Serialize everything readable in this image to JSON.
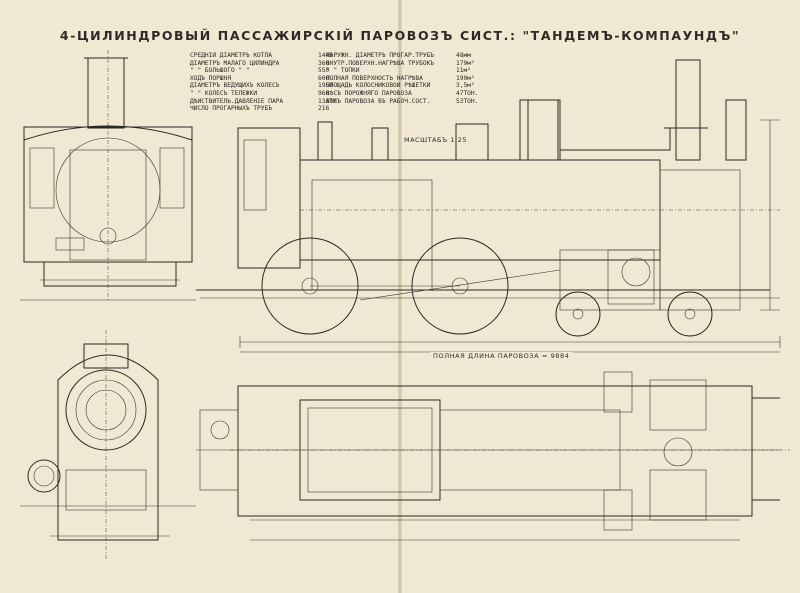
{
  "title": "4-ЦИЛИНДРОВЫЙ ПАССАЖИРСКІЙ ПАРОВОЗЪ СИСТ.: \"ТАНДЕМЪ-КОМПАУНДЪ\"",
  "specs_left": [
    {
      "label": "СРЕДНІЙ ДІАМЕТРЪ КОТЛА",
      "value": "1445"
    },
    {
      "label": "ДІАМЕТРЪ МАЛАГО ЦИЛИНДРА",
      "value": "360"
    },
    {
      "label": "\" \" БОЛЬШОГО \" \"",
      "value": "550"
    },
    {
      "label": "ХОДЪ ПОРШНЯ",
      "value": "600"
    },
    {
      "label": "ДІАМЕТРЪ ВЕДУЩИХЪ КОЛЕСЪ",
      "value": "1950"
    },
    {
      "label": "\" \" КОЛЕСЪ ТЕЛЕЖКИ",
      "value": "960"
    },
    {
      "label": "ДѢЙСТВИТЕЛЬ.ДАВЛЕНІЕ ПАРА",
      "value": "13АТМ."
    },
    {
      "label": "ЧИСЛО ПРОГАРНЫХЪ ТРУБЪ",
      "value": "216"
    }
  ],
  "specs_right": [
    {
      "label": "НАРУЖН. ДІАМЕТРЪ ПРОГАР.ТРУБЪ",
      "value": "48мм"
    },
    {
      "label": "ВНУТР.ПОВЕРХН.НАГРѢВА ТРУБОКЪ",
      "value": "179м²"
    },
    {
      "label": "\" \" ТОПКИ",
      "value": "11м²"
    },
    {
      "label": "ПОЛНАЯ ПОВЕРХНОСТЬ НАГРѢВА",
      "value": "190м²"
    },
    {
      "label": "ПЛОЩАДЬ КОЛОСНИКОВОЙ РѢШЕТКИ",
      "value": "3,5м²"
    },
    {
      "label": "ВѢСЪ ПОРОЖНЯГО ПАРОВОЗА",
      "value": "47ТОН."
    },
    {
      "label": "ВѢСЪ ПАРОВОЗА ВЪ РАБОЧ.СОСТ.",
      "value": "53ТОН."
    }
  ],
  "scale_label": "МАСШТАБЪ 1:25",
  "length_label": "ПОЛНАЯ ДЛИНА ПАРОВОЗА = 9884",
  "colors": {
    "paper": "#f1e8d3",
    "ink": "#2b2925"
  }
}
